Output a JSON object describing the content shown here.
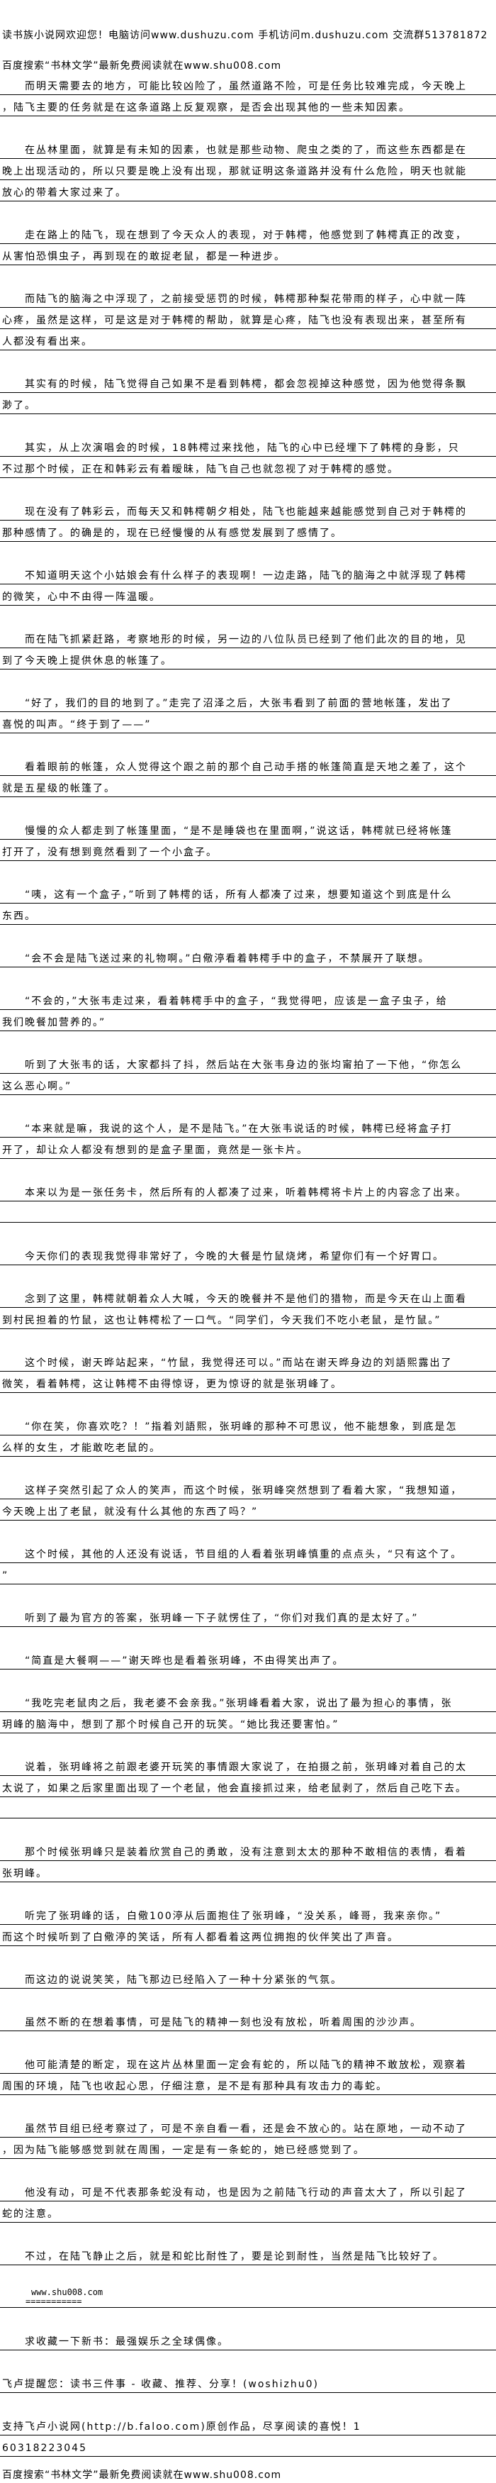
{
  "header": {
    "welcome": "读书族小说网欢迎您！电脑访问www.dushuzu.com 手机访问m.dushuzu.com 交流群513781872",
    "search_hint": "百度搜索“书林文学”最新免费阅读就在www.shu008.com"
  },
  "paragraphs": [
    {
      "lines": [
        "　　而明天需要去的地方，可能比较凶险了，虽然道路不险，可是任务比较难完成，今天晚上",
        "，陆飞主要的任务就是在这条道路上反复观察，是否会出现其他的一些未知因素。"
      ]
    },
    {
      "lines": [
        "　　在丛林里面，就算是有未知的因素，也就是那些动物、爬虫之类的了，而这些东西都是在",
        "晚上出现活动的，所以只要是晚上没有出现，那就证明这条道路并没有什么危险，明天也就能",
        "放心的带着大家过来了。"
      ]
    },
    {
      "lines": [
        "　　走在路上的陆飞，现在想到了今天众人的表现，对于韩樗，他感觉到了韩樗真正的改变，",
        "从害怕恐惧虫子，再到现在的敢捉老鼠，都是一种进步。"
      ]
    },
    {
      "lines": [
        "　　而陆飞的脑海之中浮现了，之前接受惩罚的时候，韩樗那种梨花带雨的样子，心中就一阵",
        "心疼，虽然是这样，可是这是对于韩樗的帮助，就算是心疼，陆飞也没有表现出来，甚至所有",
        "人都没有看出来。"
      ]
    },
    {
      "lines": [
        "　　其实有的时候，陆飞觉得自己如果不是看到韩樗，都会忽视掉这种感觉，因为他觉得条飘",
        "渺了。"
      ]
    },
    {
      "lines": [
        "　　其实，从上次演唱会的时候，18韩樗过来找他，陆飞的心中已经埋下了韩樗的身影，只",
        "不过那个时候，正在和韩彩云有着暧昧，陆飞自己也就忽视了对于韩樗的感觉。"
      ]
    },
    {
      "lines": [
        "　　现在没有了韩彩云，而每天又和韩樗朝夕相处，陆飞也能越来越能感觉到自己对于韩樗的",
        "那种感情了。的确是的，现在已经慢慢的从有感觉发展到了感情了。"
      ]
    },
    {
      "lines": [
        "　　不知道明天这个小姑娘会有什么样子的表现啊！一边走路，陆飞的脑海之中就浮现了韩樗",
        "的微笑，心中不由得一阵温暖。"
      ]
    },
    {
      "lines": [
        "　　而在陆飞抓紧赶路，考察地形的时候，另一边的八位队员已经到了他们此次的目的地，见",
        "到了今天晚上提供休息的帐篷了。"
      ]
    },
    {
      "lines": [
        "　　“好了，我们的目的地到了。”走完了沼泽之后，大张韦看到了前面的营地帐篷，发出了",
        "喜悦的叫声。“终于到了——”"
      ]
    },
    {
      "lines": [
        "　　看着眼前的帐篷，众人觉得这个跟之前的那个自己动手搭的帐篷简直是天地之差了，这个",
        "就是五星级的帐篷了。"
      ]
    },
    {
      "lines": [
        "　　慢慢的众人都走到了帐篷里面，“是不是睡袋也在里面啊，”说这话，韩樗就已经将帐篷",
        "打开了，没有想到竟然看到了一个小盒子。"
      ]
    },
    {
      "lines": [
        "　　“咦，这有一个盒子，”听到了韩樗的话，所有人都凑了过来，想要知道这个到底是什么",
        "东西。"
      ]
    },
    {
      "lines": [
        "　　“会不会是陆飞送过来的礼物啊。”白儆渟看着韩樗手中的盒子，不禁展开了联想。"
      ]
    },
    {
      "lines": [
        "　　“不会的，”大张韦走过来，看着韩樗手中的盒子，“我觉得吧，应该是一盒子虫子，给",
        "我们晚餐加营养的。”"
      ]
    },
    {
      "lines": [
        "　　听到了大张韦的话，大家都抖了抖，然后站在大张韦身边的张均甯拍了一下他，“你怎么",
        "这么恶心啊。”"
      ]
    },
    {
      "lines": [
        "　　“本来就是嘛，我说的这个人，是不是陆飞。”在大张韦说话的时候，韩樗已经将盒子打",
        "开了，却让众人都没有想到的是盒子里面，竟然是一张卡片。"
      ]
    },
    {
      "lines": [
        "　　本来以为是一张任务卡，然后所有的人都凑了过来，听着韩樗将卡片上的内容念了出来。",
        ""
      ]
    },
    {
      "lines": [
        "　　今天你们的表现我觉得非常好了，今晚的大餐是竹鼠烧烤，希望你们有一个好胃口。"
      ]
    },
    {
      "lines": [
        "　　念到了这里，韩樗就朝着众人大喊，今天的晚餐并不是他们的猎物，而是今天在山上面看",
        "到村民担着的竹鼠，这也让韩樗松了一口气。“同学们，今天我们不吃小老鼠，是竹鼠。”"
      ]
    },
    {
      "lines": [
        "　　这个时候，谢天晔站起来，“竹鼠，我觉得还可以。”而站在谢天晔身边的刘語熙露出了",
        "微笑，看着韩樗，这让韩樗不由得惊讶，更为惊讶的就是张玥峰了。"
      ]
    },
    {
      "lines": [
        "　　“你在笑，你喜欢吃？！”指着刘語熙，张玥峰的那种不可思议，他不能想象，到底是怎",
        "么样的女生，才能敢吃老鼠的。"
      ]
    },
    {
      "lines": [
        "　　这样子突然引起了众人的笑声，而这个时候，张玥峰突然想到了看着大家，“我想知道，",
        "今天晚上出了老鼠，就没有什么其他的东西了吗？”"
      ]
    },
    {
      "lines": [
        "　　这个时候，其他的人还没有说话，节目组的人看着张玥峰慎重的点点头，“只有这个了。",
        "”"
      ]
    },
    {
      "lines": [
        "　　听到了最为官方的答案，张玥峰一下子就愣住了，“你们对我们真的是太好了。”"
      ]
    },
    {
      "lines": [
        "　　“简直是大餐啊——”谢天晔也是看着张玥峰，不由得笑出声了。"
      ]
    },
    {
      "lines": [
        "　　“我吃完老鼠肉之后，我老婆不会亲我。”张玥峰看着大家，说出了最为担心的事情，张",
        "玥峰的脑海中，想到了那个时候自己开的玩笑。“她比我还要害怕。”"
      ]
    },
    {
      "lines": [
        "　　说着，张玥峰将之前跟老婆开玩笑的事情跟大家说了，在拍摄之前，张玥峰对着自己的太",
        "太说了，如果之后家里面出现了一个老鼠，他会直接抓过来，给老鼠剥了，然后自己吃下去。",
        ""
      ]
    },
    {
      "lines": [
        "　　那个时候张玥峰只是装着欣赏自己的勇敢，没有注意到太太的那种不敢相信的表情，看着",
        "张玥峰。"
      ]
    },
    {
      "lines": [
        "　　听完了张玥峰的话，白儆100渟从后面抱住了张玥峰，“没关系，峰哥，我来亲你。”",
        "而这个时候听到了白儆渟的笑话，所有人都看着这两位拥抱的伙伴笑出了声音。"
      ]
    },
    {
      "lines": [
        "　　而这边的说说笑笑，陆飞那边已经陷入了一种十分紧张的气氛。"
      ]
    },
    {
      "lines": [
        "　　虽然不断的在想着事情，可是陆飞的精神一刻也没有放松，听着周围的沙沙声。"
      ]
    },
    {
      "lines": [
        "　　他可能清楚的断定，现在这片丛林里面一定会有蛇的，所以陆飞的精神不敢放松，观察着",
        "周围的环境，陆飞也收起心思，仔细注意，是不是有那种具有攻击力的毒蛇。"
      ]
    },
    {
      "lines": [
        "　　虽然节目组已经考察过了，可是不亲自看一看，还是会不放心的。站在原地，一动不动了",
        "，因为陆飞能够感觉到就在周围，一定是有一条蛇的，她已经感觉到了。"
      ]
    },
    {
      "lines": [
        "　　他没有动，可是不代表那条蛇没有动，也是因为之前陆飞行动的声音太大了，所以引起了",
        "蛇的注意。"
      ]
    },
    {
      "lines": [
        "　　不过，在陆飞静止之后，就是和蛇比耐性了，要是论到耐性，当然是陆飞比较好了。"
      ]
    }
  ],
  "site_mark": {
    "url": "www.shu008.com",
    "separator": "==========="
  },
  "promo": {
    "new_book": "　　求收藏一下新书：最强娱乐之全球偶像。",
    "reminder": "飞卢提醒您：读书三件事 - 收藏、推荐、分享！(woshizhu0)",
    "support_line1": "支持飞卢小说网(http://b.faloo.com)原创作品，尽享阅读的喜悦！1",
    "support_line2": "60318223045"
  },
  "footer": {
    "search_hint": "百度搜索“书林文学”最新免费阅读就在www.shu008.com"
  }
}
